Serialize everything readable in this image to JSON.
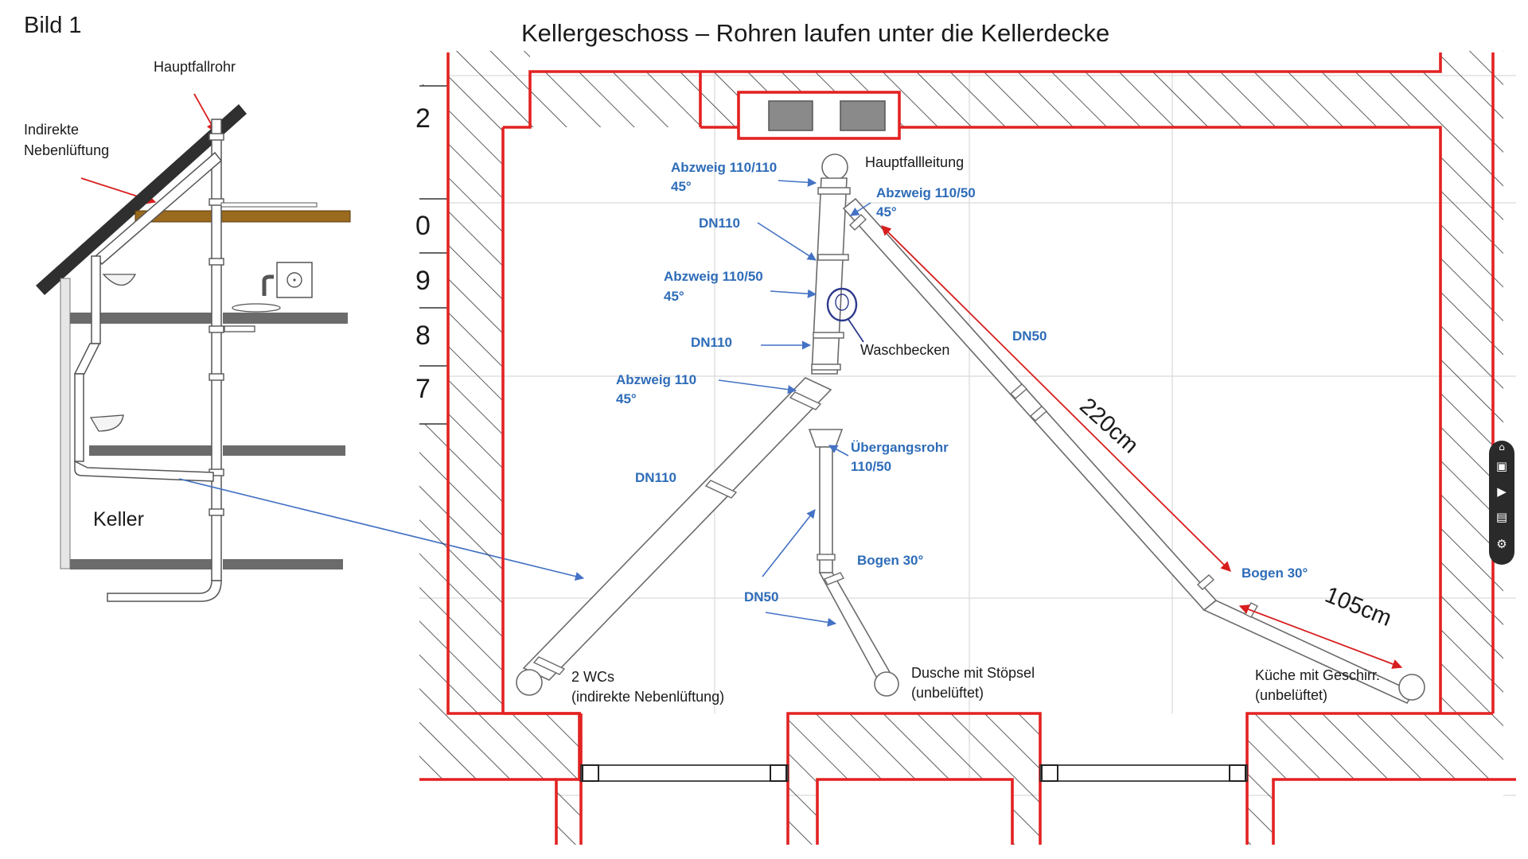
{
  "figure_label": "Bild 1",
  "title": "Kellergeschoss – Rohren laufen unter die Kellerdecke",
  "section": {
    "hauptfallrohr": "Hauptfallrohr",
    "nebenlueftung_1": "Indirekte",
    "nebenlueftung_2": "Nebenlüftung",
    "keller": "Keller"
  },
  "plan": {
    "wall_numbers": [
      "2",
      "0",
      "9",
      "8",
      "7"
    ],
    "hauptfallleitung": "Hauptfallleitung",
    "abzweig_110_110": "Abzweig 110/110",
    "abzweig_110_110_angle": "45°",
    "abzweig_110_50_top": "Abzweig 110/50",
    "abzweig_110_50_top_angle": "45°",
    "dn110_a": "DN110",
    "abzweig_110_50_mid": "Abzweig 110/50",
    "abzweig_110_50_mid_angle": "45°",
    "waschbecken": "Waschbecken",
    "dn110_b": "DN110",
    "dn50_right": "DN50",
    "abzweig_110": "Abzweig 110",
    "abzweig_110_angle": "45°",
    "uebergangsrohr_1": "Übergangsrohr",
    "uebergangsrohr_2": "110/50",
    "dn110_c": "DN110",
    "dim_220": "220cm",
    "bogen_30_left": "Bogen 30°",
    "bogen_30_right": "Bogen 30°",
    "dim_105": "105cm",
    "dn50_left": "DN50",
    "wcs_1": "2 WCs",
    "wcs_2": "(indirekte Nebenlüftung)",
    "dusche_1": "Dusche mit Stöpsel",
    "dusche_2": "(unbelüftet)",
    "kueche_1": "Küche mit Geschirr.",
    "kueche_2": "(unbelüftet)"
  },
  "toolbar": {
    "home_icon": "home-icon",
    "camera_icon": "camera-icon",
    "video_icon": "video-icon",
    "gallery_icon": "gallery-icon",
    "settings_icon": "gear-icon",
    "home_glyph": "⌂",
    "camera_glyph": "▣",
    "video_glyph": "▶",
    "gallery_glyph": "▤",
    "settings_glyph": "⚙"
  },
  "colors": {
    "wall_red": "#e32222",
    "annotation_blue": "#2e6cb8",
    "dimension_red": "#d81e1e",
    "floor_brown": "#9a6a1f",
    "floor_gray": "#6b6b6b"
  }
}
